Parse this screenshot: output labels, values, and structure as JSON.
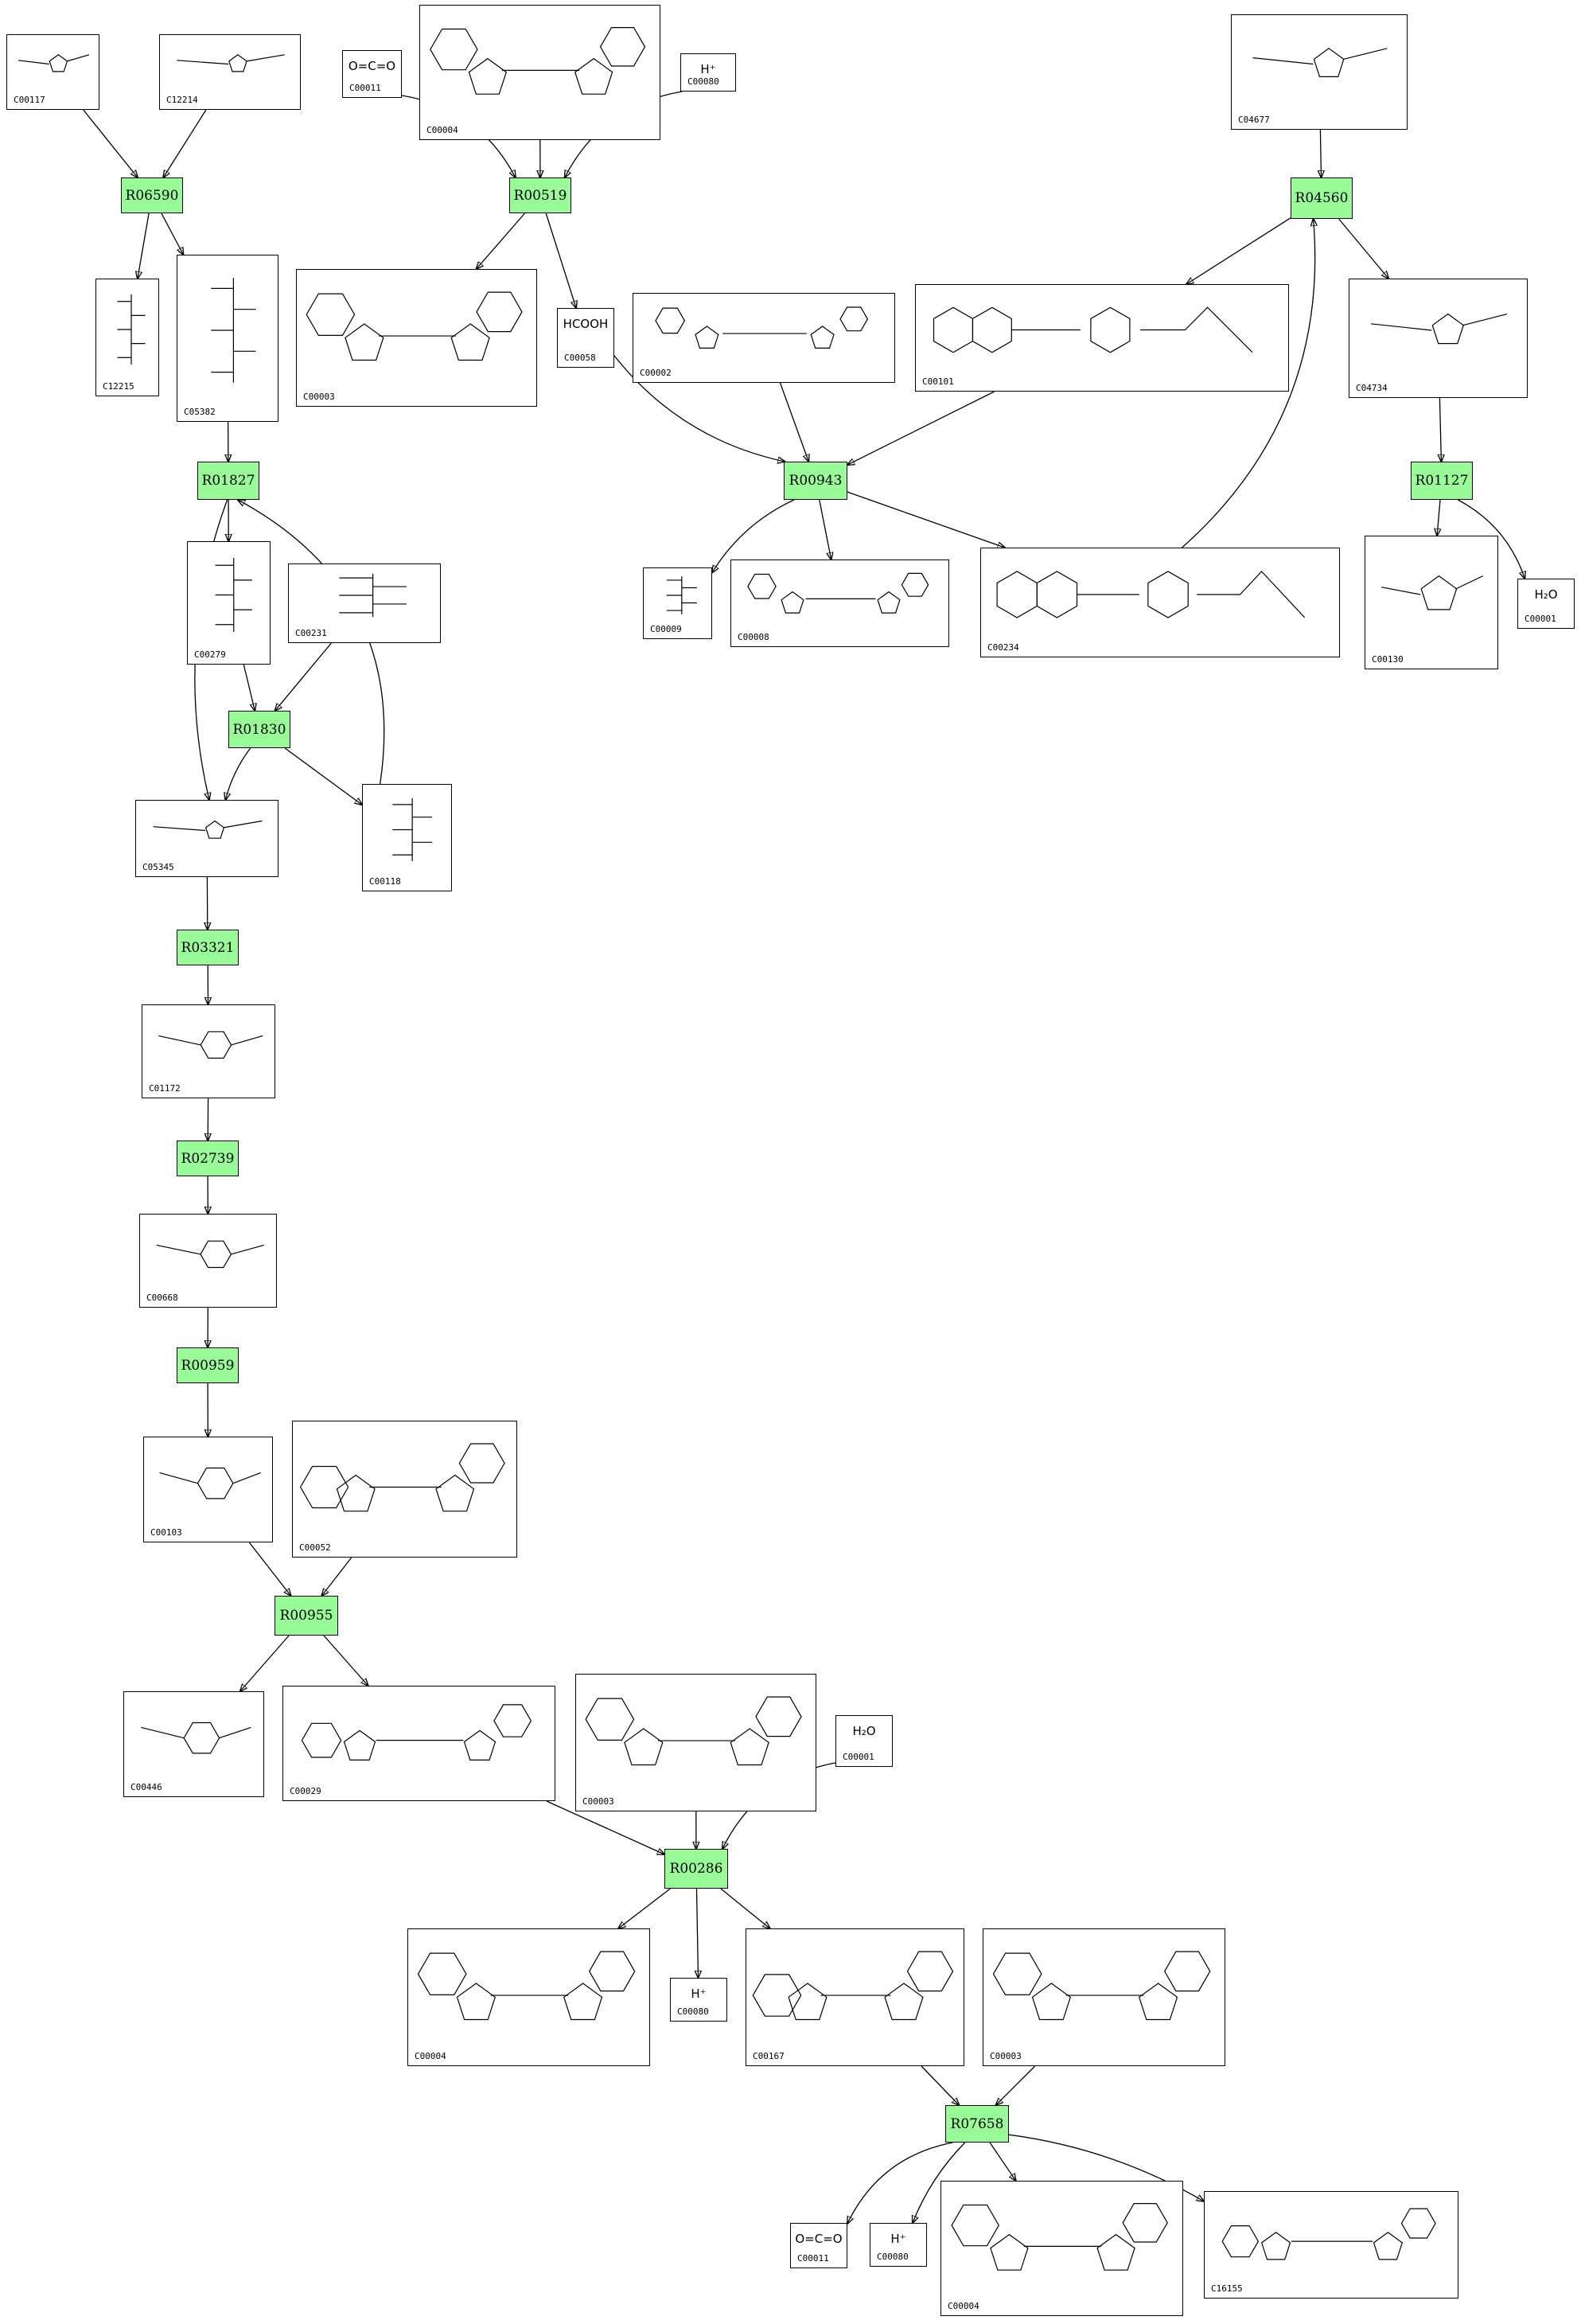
{
  "diagram": {
    "reaction_color": "#98fb98",
    "reactions": [
      {
        "id": "R06590"
      },
      {
        "id": "R00519"
      },
      {
        "id": "R04560"
      },
      {
        "id": "R01827"
      },
      {
        "id": "R00943"
      },
      {
        "id": "R01127"
      },
      {
        "id": "R01830"
      },
      {
        "id": "R03321"
      },
      {
        "id": "R02739"
      },
      {
        "id": "R00959"
      },
      {
        "id": "R00955"
      },
      {
        "id": "R00286"
      },
      {
        "id": "R07658"
      }
    ],
    "compounds": [
      {
        "id": "C00117"
      },
      {
        "id": "C12214"
      },
      {
        "id": "C00011",
        "formula": "O=C=O"
      },
      {
        "id": "C00004"
      },
      {
        "id": "C00080",
        "formula": "H⁺"
      },
      {
        "id": "C04677"
      },
      {
        "id": "C12215"
      },
      {
        "id": "C05382"
      },
      {
        "id": "C00003"
      },
      {
        "id": "C00058",
        "formula": "HCOOH"
      },
      {
        "id": "C00002"
      },
      {
        "id": "C00101"
      },
      {
        "id": "C04734"
      },
      {
        "id": "C00279"
      },
      {
        "id": "C00231"
      },
      {
        "id": "C00009"
      },
      {
        "id": "C00008"
      },
      {
        "id": "C00234"
      },
      {
        "id": "C00130"
      },
      {
        "id": "C00001",
        "formula": "H₂O"
      },
      {
        "id": "C05345"
      },
      {
        "id": "C00118"
      },
      {
        "id": "C01172"
      },
      {
        "id": "C00668"
      },
      {
        "id": "C00103"
      },
      {
        "id": "C00052"
      },
      {
        "id": "C00446"
      },
      {
        "id": "C00029"
      },
      {
        "id": "C00003"
      },
      {
        "id": "C00001",
        "formula": "H₂O"
      },
      {
        "id": "C00004"
      },
      {
        "id": "C00080",
        "formula": "H⁺"
      },
      {
        "id": "C00167"
      },
      {
        "id": "C00003"
      },
      {
        "id": "C00011",
        "formula": "O=C=O"
      },
      {
        "id": "C00080",
        "formula": "H⁺"
      },
      {
        "id": "C00004"
      },
      {
        "id": "C16155"
      }
    ]
  }
}
